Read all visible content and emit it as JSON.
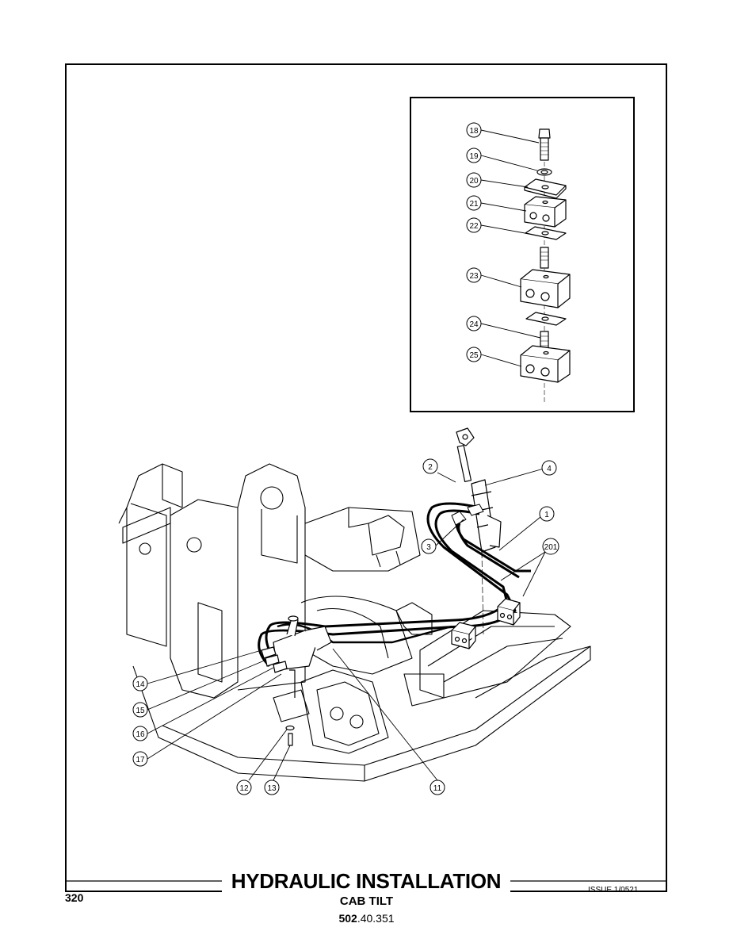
{
  "title": "HYDRAULIC INSTALLATION",
  "subtitle": "CAB TILT",
  "doc_number_bold": "502",
  "doc_number_rest": ".40.351",
  "page_number": "320",
  "issue": "ISSUE 1/0521",
  "callouts": {
    "c1": "1",
    "c2": "2",
    "c3": "3",
    "c4": "4",
    "c11": "11",
    "c12": "12",
    "c13": "13",
    "c14": "14",
    "c15": "15",
    "c16": "16",
    "c17": "17",
    "c18": "18",
    "c19": "19",
    "c20": "20",
    "c21": "21",
    "c22": "22",
    "c23": "23",
    "c24": "24",
    "c25": "25",
    "c201": "201"
  }
}
